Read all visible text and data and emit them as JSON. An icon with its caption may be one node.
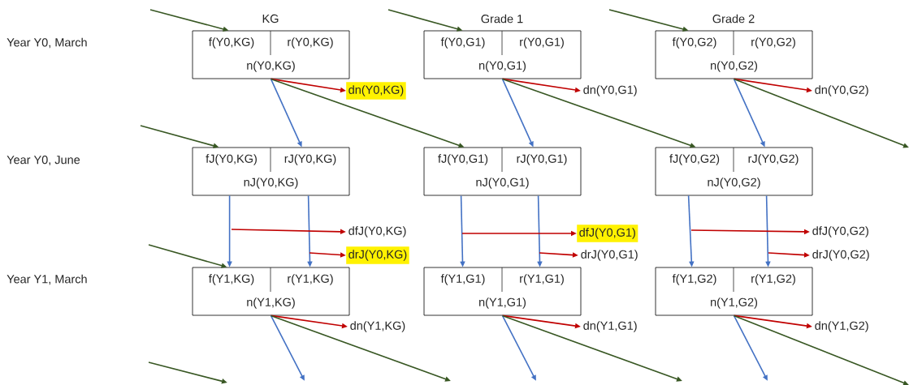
{
  "diagram": {
    "nodes": [
      {
        "text": [
          "f(Y0,KG)",
          "r(Y0,KG)",
          "n(Y0,KG)"
        ]
      },
      {
        "text": [
          "f(Y0,G1)",
          "r(Y0,G1)",
          "n(Y0,G1)"
        ]
      },
      {
        "text": [
          "f(Y0,G2)",
          "r(Y0,G2)",
          "n(Y0,G2)"
        ]
      },
      {
        "text": [
          "dn(Y0,KG)"
        ]
      },
      {
        "text": [
          "dn(Y0,G1)"
        ]
      },
      {
        "text": [
          "dn(Y0,G2)"
        ]
      },
      {
        "text": [
          "fJ(Y0,KG)",
          "rJ(Y0,KG)",
          "nJ(Y0,KG)"
        ]
      },
      {
        "text": [
          "fJ(Y0,G1)",
          "rJ(Y0,G1)",
          "nJ(Y0,G1)"
        ]
      },
      {
        "text": [
          "fJ(Y0,G2)",
          "rJ(Y0,G2)",
          "nJ(Y0,G2)"
        ]
      },
      {
        "text": [
          "dfJ(Y0,KG)"
        ]
      },
      {
        "text": [
          "dfJ(Y0,G1)"
        ]
      },
      {
        "text": [
          "dfJ(Y0,G2)"
        ]
      },
      {
        "text": [
          "drJ(Y0,KG)"
        ]
      },
      {
        "text": [
          "drJ(Y0,G1)"
        ]
      },
      {
        "text": [
          "drJ(Y0,G2)"
        ]
      },
      {
        "text": [
          "f(Y1,KG)",
          "r(Y1,KG)",
          "n(Y1,KG)"
        ]
      },
      {
        "text": [
          "f(Y1,G1)",
          "r(Y1,G1)",
          "n(Y1,G1)"
        ]
      },
      {
        "text": [
          "f(Y1,G2)",
          "r(Y1,G2)",
          "n(Y1,G2)"
        ]
      },
      {
        "text": [
          "dn(Y1,KG)"
        ]
      },
      {
        "text": [
          "dn(Y1,G1)"
        ]
      },
      {
        "text": [
          "dn(Y1,G2)"
        ]
      }
    ],
    "edges": [
      {
        "from": null,
        "to": 0,
        "arrow": "to",
        "color": "#385723"
      },
      {
        "from": null,
        "to": 1,
        "arrow": "to",
        "color": "#385723"
      },
      {
        "from": null,
        "to": 2,
        "arrow": "to",
        "color": "#385723"
      },
      {
        "from": 0,
        "to": 3,
        "arrow": "to",
        "color": "#c00000"
      },
      {
        "from": 1,
        "to": 4,
        "arrow": "to",
        "color": "#c00000"
      },
      {
        "from": 2,
        "to": 5,
        "arrow": "to",
        "color": "#c00000"
      },
      {
        "from": 0,
        "to": 6,
        "arrow": "to",
        "color": "#4472c4"
      },
      {
        "from": 1,
        "to": 7,
        "arrow": "to",
        "color": "#4472c4"
      },
      {
        "from": 2,
        "to": 8,
        "arrow": "to",
        "color": "#4472c4"
      },
      {
        "from": 0,
        "to": 7,
        "arrow": "to",
        "color": "#385723"
      },
      {
        "from": 1,
        "to": 8,
        "arrow": "to",
        "color": "#385723"
      },
      {
        "from": 2,
        "to": null,
        "arrow": "to",
        "color": "#385723"
      },
      {
        "from": null,
        "to": 6,
        "arrow": "to",
        "color": "#385723"
      },
      {
        "from": 6,
        "to": 15,
        "arrow": "to",
        "color": "#4472c4"
      },
      {
        "from": 6,
        "to": 15,
        "arrow": "to",
        "color": "#4472c4"
      },
      {
        "from": 7,
        "to": 16,
        "arrow": "to",
        "color": "#4472c4"
      },
      {
        "from": 7,
        "to": 16,
        "arrow": "to",
        "color": "#4472c4"
      },
      {
        "from": 8,
        "to": 17,
        "arrow": "to",
        "color": "#4472c4"
      },
      {
        "from": 8,
        "to": 17,
        "arrow": "to",
        "color": "#4472c4"
      },
      {
        "from": null,
        "to": 9,
        "arrow": "to",
        "color": "#c00000"
      },
      {
        "from": null,
        "to": 12,
        "arrow": "to",
        "color": "#c00000"
      },
      {
        "from": null,
        "to": 10,
        "arrow": "to",
        "color": "#c00000"
      },
      {
        "from": null,
        "to": 13,
        "arrow": "to",
        "color": "#c00000"
      },
      {
        "from": null,
        "to": 11,
        "arrow": "to",
        "color": "#c00000"
      },
      {
        "from": null,
        "to": 14,
        "arrow": "to",
        "color": "#c00000"
      },
      {
        "from": null,
        "to": 15,
        "arrow": "to",
        "color": "#385723"
      },
      {
        "from": 15,
        "to": 18,
        "arrow": "to",
        "color": "#c00000"
      },
      {
        "from": 16,
        "to": 19,
        "arrow": "to",
        "color": "#c00000"
      },
      {
        "from": 17,
        "to": 20,
        "arrow": "to",
        "color": "#c00000"
      },
      {
        "from": 15,
        "to": null,
        "arrow": "to",
        "color": "#4472c4"
      },
      {
        "from": 16,
        "to": null,
        "arrow": "to",
        "color": "#4472c4"
      },
      {
        "from": 17,
        "to": null,
        "arrow": "to",
        "color": "#4472c4"
      },
      {
        "from": 15,
        "to": null,
        "arrow": "to",
        "color": "#385723"
      },
      {
        "from": 16,
        "to": null,
        "arrow": "to",
        "color": "#385723"
      },
      {
        "from": 17,
        "to": null,
        "arrow": "to",
        "color": "#385723"
      }
    ],
    "labels": [
      "KG",
      "Grade 1",
      "Grade 2",
      "Year Y0, March",
      "Year Y0, June",
      "Year Y1, March"
    ]
  }
}
